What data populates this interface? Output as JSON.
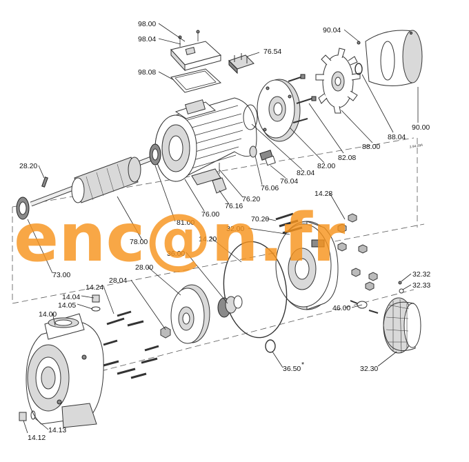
{
  "watermark": {
    "text": "enc@n.fr",
    "color": "#f7941d"
  },
  "revision_code": "3.94.094",
  "callouts": {
    "c9800": "98.00",
    "c9804": "98.04",
    "c9808": "98.08",
    "c7654": "76.54",
    "c9004": "90.04",
    "c9000": "90.00",
    "c8804": "88.04",
    "c8800": "88.00",
    "c8208": "82.08",
    "c8200": "82.00",
    "c8204": "82.04",
    "c7604": "76.04",
    "c7606": "76.06",
    "c7620": "76.20",
    "c7616": "76.16",
    "c7600": "76.00",
    "c2820": "28.20",
    "c7800": "78.00",
    "c8100": "81.00",
    "c7300": "73.00",
    "c1428": "14.28",
    "c7020": "70.20",
    "c3200": "32.00",
    "c1420": "14.20",
    "c3600": "36.00",
    "c2800": "28.00",
    "c2804": "28.04",
    "c1424": "14.24",
    "c1404": "14.04",
    "c1405": "14.05",
    "c1400": "14.00",
    "c3232": "32.32",
    "c3233": "32.33",
    "c4600": "46.00",
    "c3230": "32.30",
    "c3650": "36.50",
    "c3650_mark": "*",
    "c1412": "14.12",
    "c1413": "14.13"
  }
}
